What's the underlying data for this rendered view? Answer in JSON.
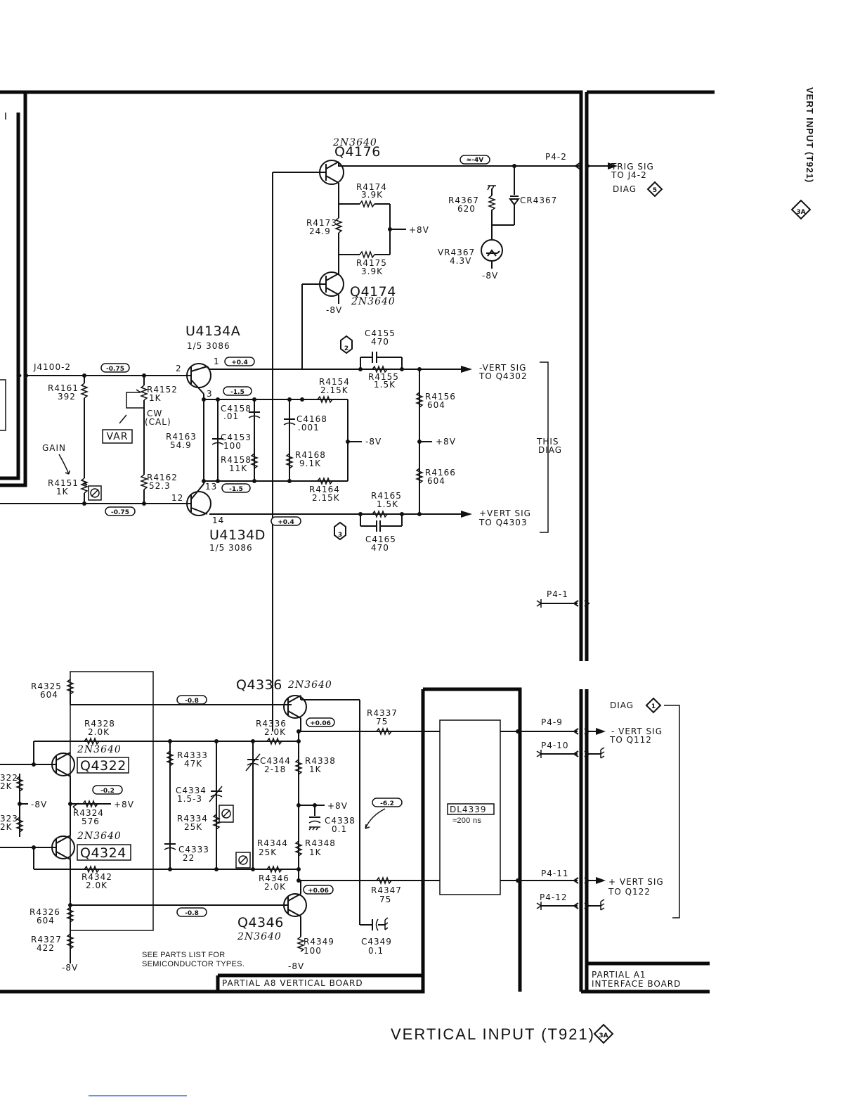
{
  "page_title": "VERTICAL INPUT (T921)",
  "side_title": "VERT INPUT (T921)",
  "diagram_number": "3A",
  "board_labels": {
    "vertical_board": "PARTIAL A8 VERTICAL BOARD",
    "interface_board_line1": "PARTIAL A1",
    "interface_board_line2": "INTERFACE BOARD"
  },
  "note": [
    "SEE PARTS LIST FOR",
    "SEMICONDUCTOR TYPES."
  ],
  "connectors": {
    "j4100_2": "J4100-2",
    "p4_2": "P4-2",
    "p4_1": "P4-1",
    "p4_9": "P4-9",
    "p4_10": "P4-10",
    "p4_11": "P4-11",
    "p4_12": "P4-12"
  },
  "outputs": {
    "trig_line1": "TRIG SIG",
    "trig_line2": "TO J4-2",
    "trig_diag": "DIAG",
    "trig_diag_num": "5",
    "neg_vert": "-VERT SIG",
    "neg_vert_to": "TO Q4302",
    "pos_vert": "+VERT SIG",
    "pos_vert_to": "TO Q4303",
    "this_diag_1": "THIS",
    "this_diag_2": "DIAG",
    "diag1": "DIAG",
    "diag1_num": "1",
    "neg_vert_q112": "- VERT SIG",
    "to_q112": "TO Q112",
    "pos_vert_q122": "+ VERT SIG",
    "to_q122": "TO Q122"
  },
  "transistors": {
    "q4176": {
      "ref": "Q4176",
      "type": "2N3640"
    },
    "q4174": {
      "ref": "Q4174",
      "type": "2N3640"
    },
    "q4336": {
      "ref": "Q4336",
      "type": "2N3640"
    },
    "q4346": {
      "ref": "Q4346",
      "type": "2N3640"
    },
    "q4322": {
      "ref": "Q4322",
      "type": "2N3640"
    },
    "q4324": {
      "ref": "Q4324",
      "type": "2N3640"
    }
  },
  "ics": {
    "u4134a": {
      "ref": "U4134A",
      "part": "1/5 3086"
    },
    "u4134d": {
      "ref": "U4134D",
      "part": "1/5 3086"
    }
  },
  "pins": {
    "p1": "1",
    "p2": "2",
    "p3": "3",
    "p12": "12",
    "p13": "13",
    "p14": "14"
  },
  "components": {
    "r4174": [
      "R4174",
      "3.9K"
    ],
    "r4173": [
      "R4173",
      "24.9"
    ],
    "r4175": [
      "R4175",
      "3.9K"
    ],
    "r4367": [
      "R4367",
      "620"
    ],
    "cr4367": "CR4367",
    "vr4367": [
      "VR4367",
      "4.3V"
    ],
    "c4155": [
      "C4155",
      "470"
    ],
    "r4155": [
      "R4155",
      "1.5K"
    ],
    "r4156": [
      "R4156",
      "604"
    ],
    "r4166": [
      "R4166",
      "604"
    ],
    "r4154": [
      "R4154",
      "2.15K"
    ],
    "r4164": [
      "R4164",
      "2.15K"
    ],
    "r4165": [
      "R4165",
      "1.5K"
    ],
    "c4165": [
      "C4165",
      "470"
    ],
    "c4158": [
      "C4158",
      ".01"
    ],
    "c4153": [
      "C4153",
      "100"
    ],
    "c4168": [
      "C4168",
      ".001"
    ],
    "r4158": [
      "R4158",
      "11K"
    ],
    "r4168": [
      "R4168",
      "9.1K"
    ],
    "r4161": [
      "R4161",
      "392"
    ],
    "r4152": [
      "R4152",
      "1K"
    ],
    "cw_label": [
      "CW",
      "(CAL)"
    ],
    "var_label": "VAR",
    "gain_label": "GAIN",
    "r4151": [
      "R4151",
      "1K"
    ],
    "r4163": [
      "R4163",
      "54.9"
    ],
    "r4162": [
      "R4162",
      "52.3"
    ],
    "r4325": [
      "R4325",
      "604"
    ],
    "r4328": [
      "R4328",
      "2.0K"
    ],
    "r4324": [
      "R4324",
      "576"
    ],
    "r4342": [
      "R4342",
      "2.0K"
    ],
    "r4326": [
      "R4326",
      "604"
    ],
    "r4327": [
      "R4327",
      "422"
    ],
    "r4322_partial": [
      "322",
      "2K"
    ],
    "r4323_partial": [
      "323",
      "2K"
    ],
    "r4333": [
      "R4333",
      "47K"
    ],
    "c4334": [
      "C4334",
      "1.5-3"
    ],
    "r4334": [
      "R4334",
      "25K"
    ],
    "c4333": [
      "C4333",
      "22"
    ],
    "r4336": [
      "R4336",
      "2.0K"
    ],
    "c4344": [
      "C4344",
      "2-18"
    ],
    "r4338": [
      "R4338",
      "1K"
    ],
    "c4338": [
      "C4338",
      "0.1"
    ],
    "r4344": [
      "R4344",
      "25K"
    ],
    "r4348": [
      "R4348",
      "1K"
    ],
    "r4346": [
      "R4346",
      "2.0K"
    ],
    "r4349": [
      "R4349",
      "100"
    ],
    "r4337": [
      "R4337",
      "75"
    ],
    "r4347": [
      "R4347",
      "75"
    ],
    "c4349": [
      "C4349",
      "0.1"
    ],
    "dl4339": [
      "DL4339",
      "≈200 ns"
    ]
  },
  "supplies": {
    "p8v": "+8V",
    "n8v": "-8V"
  },
  "voltages": {
    "v_trig": "≈-4V",
    "v_pos04": "+0.4",
    "v_neg075": "-0.75",
    "v_neg15": "-1.5",
    "v_neg08": "-0.8",
    "v_pos006": "+0.06",
    "v_neg02": "-0.2",
    "v_neg62": "-6.2"
  },
  "test_points": {
    "tp2": "2",
    "tp3": "3"
  }
}
